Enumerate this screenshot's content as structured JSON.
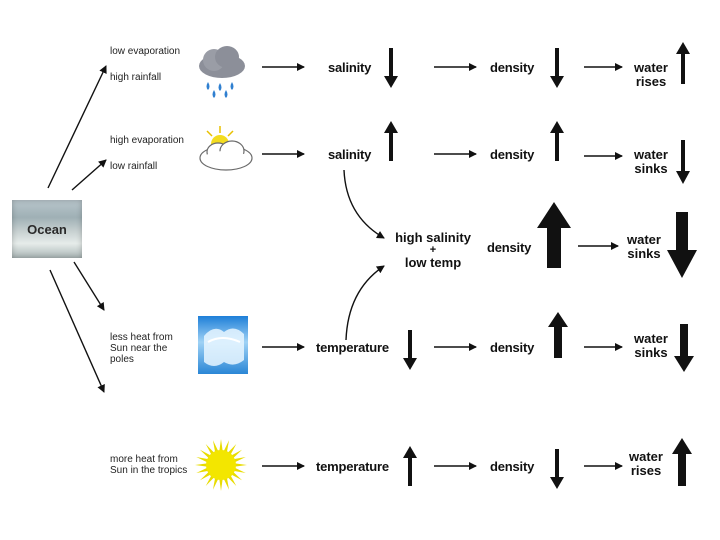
{
  "source": {
    "label": "Ocean"
  },
  "rows": [
    {
      "conditions": [
        "low evaporation",
        "high rainfall"
      ],
      "icon": "rain-cloud-icon",
      "factor": "salinity",
      "factor_dir": "down",
      "density": "density",
      "density_dir": "down",
      "result": [
        "water",
        "rises"
      ],
      "result_dir": "up"
    },
    {
      "conditions": [
        "high evaporation",
        "low rainfall"
      ],
      "icon": "sun-behind-cloud-icon",
      "factor": "salinity",
      "factor_dir": "up",
      "density": "density",
      "density_dir": "up",
      "result": [
        "water",
        "sinks"
      ],
      "result_dir": "down"
    },
    {
      "conditions": [
        "less heat from Sun near the poles"
      ],
      "icon": "ice-icon",
      "factor": "temperature",
      "factor_dir": "down",
      "density": "density",
      "density_dir": "up",
      "result": [
        "water",
        "sinks"
      ],
      "result_dir": "down"
    },
    {
      "conditions": [
        "more heat from Sun in the tropics"
      ],
      "icon": "sun-icon",
      "factor": "temperature",
      "factor_dir": "up",
      "density": "density",
      "density_dir": "down",
      "result": [
        "water",
        "rises"
      ],
      "result_dir": "up"
    }
  ],
  "combined": {
    "lines": [
      "high salinity",
      "+",
      "low temp"
    ],
    "density": "density",
    "density_dir": "up",
    "result": [
      "water",
      "sinks"
    ],
    "result_dir": "down"
  },
  "colors": {
    "arrow": "#111111",
    "rain_drop": "#2f7fd0",
    "cloud_dark": "#8c8f99",
    "sun": "#f0e000",
    "ice": "#8fc6f0"
  }
}
